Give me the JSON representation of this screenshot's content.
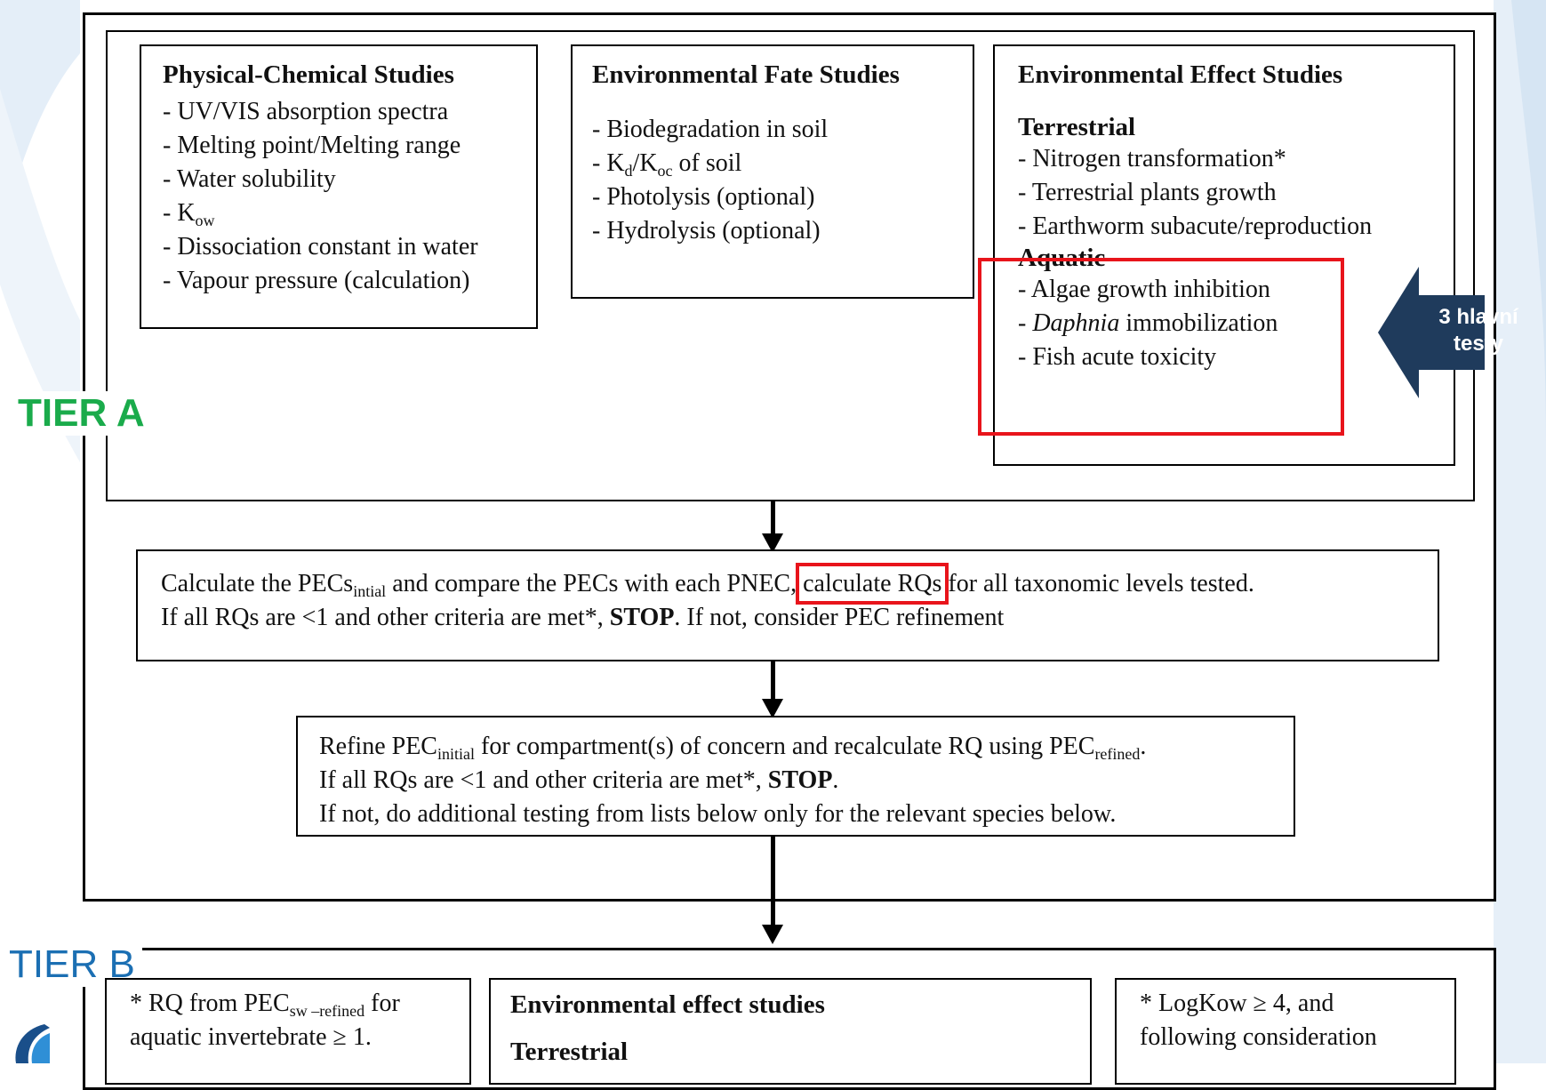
{
  "tiers": {
    "a": "TIER A",
    "b": "TIER B"
  },
  "phys_chem": {
    "title": "Physical-Chemical Studies",
    "items": [
      "- UV/VIS absorption spectra",
      "- Melting point/Melting range",
      "- Water solubility"
    ],
    "kow_prefix": "- K",
    "kow_sub": "ow",
    "items2": [
      "- Dissociation constant in water",
      "- Vapour pressure (calculation)"
    ]
  },
  "fate": {
    "title": "Environmental Fate Studies",
    "item1": "- Biodegradation in soil",
    "kd_prefix": "- K",
    "kd_sub": "d",
    "kd_slash": "/K",
    "koc_sub": "oc",
    "kd_suffix": " of soil",
    "item3": "- Photolysis (optional)",
    "item4": "- Hydrolysis (optional)"
  },
  "effect": {
    "title": "Environmental Effect Studies",
    "terrestrial_heading": "Terrestrial",
    "terrestrial_items": [
      "- Nitrogen transformation*",
      "- Terrestrial plants growth",
      "- Earthworm subacute/reproduction"
    ],
    "aquatic_heading": "Aquatic",
    "aquatic_1": "- Algae growth inhibition",
    "aquatic_2_prefix": "- ",
    "aquatic_2_italic": "Daphnia",
    "aquatic_2_suffix": " immobilization",
    "aquatic_3": "- Fish acute toxicity"
  },
  "callout": {
    "line1": "3 hlavní",
    "line2": "testy",
    "color": "#1f3b5c"
  },
  "step1": {
    "a": "Calculate the PECs",
    "a_sub": "intial",
    "b": " and compare the PECs with each PNEC, ",
    "highlight": "calculate RQs",
    "c": " for all taxonomic levels tested.",
    "line2_a": "If all RQs are <1 and other criteria are met*, ",
    "line2_stop": "STOP",
    "line2_b": ".  If not, consider PEC refinement"
  },
  "step2": {
    "a": "Refine PEC",
    "a_sub": "initial",
    "b": " for compartment(s) of concern and recalculate RQ using PEC",
    "b_sub": "refined",
    "b_end": ".",
    "line2_a": "If all RQs are <1 and other criteria are met*, ",
    "line2_stop": "STOP",
    "line2_b": ".",
    "line3": "If not, do additional testing from lists below only for the relevant species below."
  },
  "tierb": {
    "left_a": "* RQ from PEC",
    "left_sub": "sw –refined",
    "left_b": " for",
    "left_line2": "aquatic invertebrate ≥ 1.",
    "middle_title": "Environmental effect studies",
    "middle_partial": "Terrestrial",
    "right_line1": "* LogKow ≥ 4, and",
    "right_line2": "following consideration"
  },
  "colors": {
    "tier_a": "#1aab4b",
    "tier_b": "#1b6fb3",
    "highlight": "#e8141b"
  }
}
